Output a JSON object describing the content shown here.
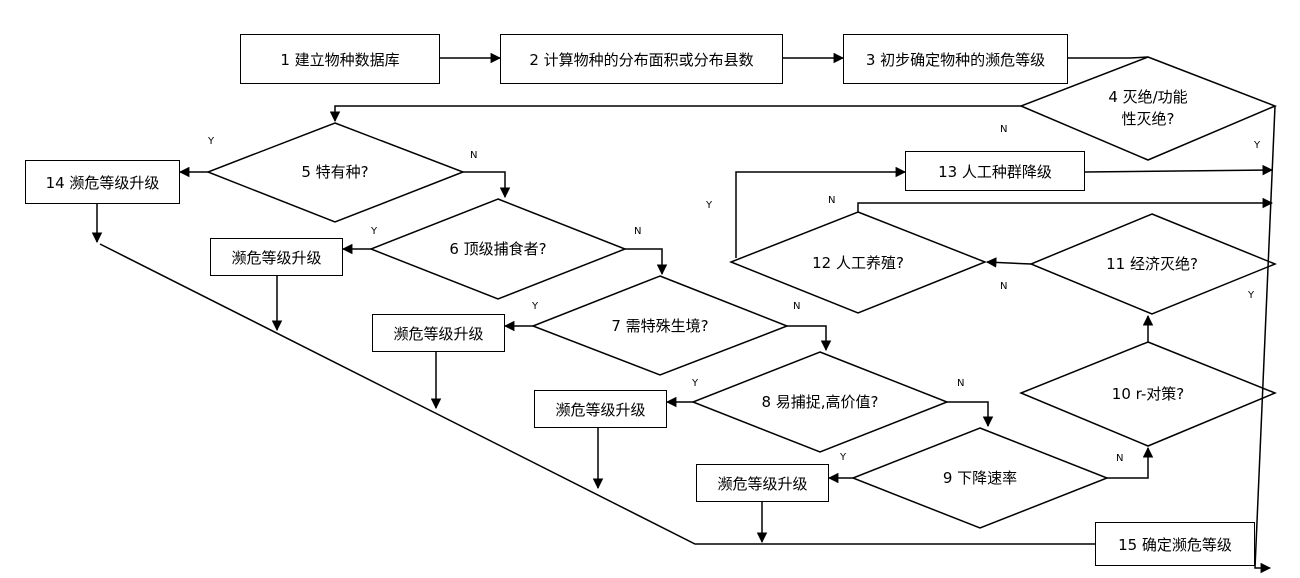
{
  "boxes": {
    "b1": "1 建立物种数据库",
    "b2": "2 计算物种的分布面积或分布县数",
    "b3": "3 初步确定物种的濒危等级",
    "b13": "13 人工种群降级",
    "b14": "14 濒危等级升级",
    "b15": "15 确定濒危等级",
    "up6": "濒危等级升级",
    "up7": "濒危等级升级",
    "up8": "濒危等级升级",
    "up9": "濒危等级升级"
  },
  "decisions": {
    "d4_line1": "4 灭绝/功能",
    "d4_line2": "性灭绝?",
    "d5": "5 特有种?",
    "d6": "6 顶级捕食者?",
    "d7": "7 需特殊生境?",
    "d8": "8 易捕捉,高价值?",
    "d9": "9 下降速率",
    "d10": "10 r-对策?",
    "d11": "11 经济灭绝?",
    "d12": "12 人工养殖?"
  },
  "labels": {
    "yes": "Y",
    "no": "N"
  }
}
